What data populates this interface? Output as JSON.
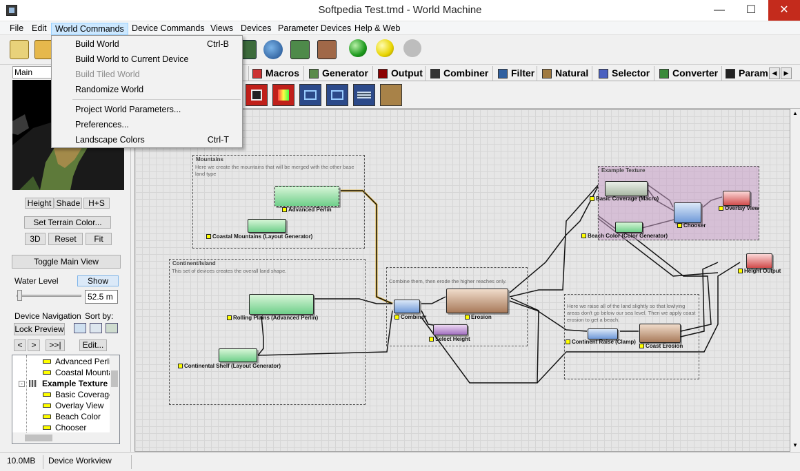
{
  "window": {
    "title": "Softpedia Test.tmd - World Machine"
  },
  "menu": [
    "File",
    "Edit",
    "World Commands",
    "Device Commands",
    "Views",
    "Devices",
    "Parameter Devices",
    "Help & Web"
  ],
  "dropdown": {
    "items": [
      {
        "label": "Build World",
        "shortcut": "Ctrl-B",
        "disabled": false
      },
      {
        "label": "Build World to Current Device",
        "shortcut": "",
        "disabled": false
      },
      {
        "label": "Build Tiled World",
        "shortcut": "",
        "disabled": true
      },
      {
        "label": "Randomize World",
        "shortcut": "",
        "disabled": false
      },
      {
        "label": "Project World Parameters...",
        "shortcut": "",
        "disabled": false
      },
      {
        "label": "Preferences...",
        "shortcut": "",
        "disabled": false
      },
      {
        "label": "Landscape Colors",
        "shortcut": "Ctrl-T",
        "disabled": false
      }
    ]
  },
  "tabs": [
    "s",
    "Macros",
    "Generator",
    "Output",
    "Combiner",
    "Filter",
    "Natural",
    "Selector",
    "Converter",
    "Param"
  ],
  "left": {
    "preview_tab": "Main Exten",
    "btn_height": "Height",
    "btn_shade": "Shade",
    "btn_hs": "H+S",
    "btn_terrain_color": "Set Terrain Color...",
    "btn_3d": "3D",
    "btn_reset": "Reset",
    "btn_fit": "Fit",
    "btn_toggle": "Toggle Main View",
    "water_label": "Water Level",
    "water_show": "Show",
    "water_value": "52.5 m",
    "nav_label": "Device Navigation",
    "sort_label": "Sort by:",
    "lock_preview": "Lock Preview",
    "nav_prev": "<",
    "nav_next": ">",
    "nav_last": ">>|",
    "edit": "Edit..."
  },
  "tree": [
    {
      "label": "Advanced Perlin",
      "bold": false
    },
    {
      "label": "Coastal Mountai",
      "bold": false
    },
    {
      "label": "Example Texture",
      "bold": true
    },
    {
      "label": "Basic Coverage",
      "bold": false
    },
    {
      "label": "Overlay View",
      "bold": false
    },
    {
      "label": "Beach Color",
      "bold": false
    },
    {
      "label": "Chooser",
      "bold": false
    }
  ],
  "groups": {
    "mountains": {
      "title": "Mountains",
      "desc": "Here we create the mountains that will be merged with the other base land type"
    },
    "continent": {
      "title": "Continent/Island",
      "desc": "This set of devices creates the overall land shape."
    },
    "combine": {
      "title": "",
      "desc": "Combine them, then erode the higher reaches only."
    },
    "texture": {
      "title": "Example Texture",
      "desc": ""
    },
    "raise": {
      "title": "",
      "desc": "Here we raise all of the land slightly so that lowlying areas don't go below our sea level. Then we apply coast erosion to get a beach."
    }
  },
  "nodes": {
    "advanced_perlin": "Advanced Perlin",
    "coastal_mountains": "Coastal Mountains (Layout Generator)",
    "rolling_plains": "Rolling Plains (Advanced Perlin)",
    "continental_shelf": "Continental Shelf (Layout Generator)",
    "combiner": "Combiner",
    "erosion": "Erosion",
    "select_height": "Select Height",
    "basic_coverage": "Basic Coverage (Macro)",
    "beach_color": "Beach Color (Color Generator)",
    "chooser": "Chooser",
    "overlay_view": "Overlay View",
    "height_output": "Height Output",
    "continent_raise": "Continent Raise (Clamp)",
    "coast_erosion": "Coast Erosion"
  },
  "status": {
    "memory": "10.0MB",
    "view": "Device Workview"
  }
}
